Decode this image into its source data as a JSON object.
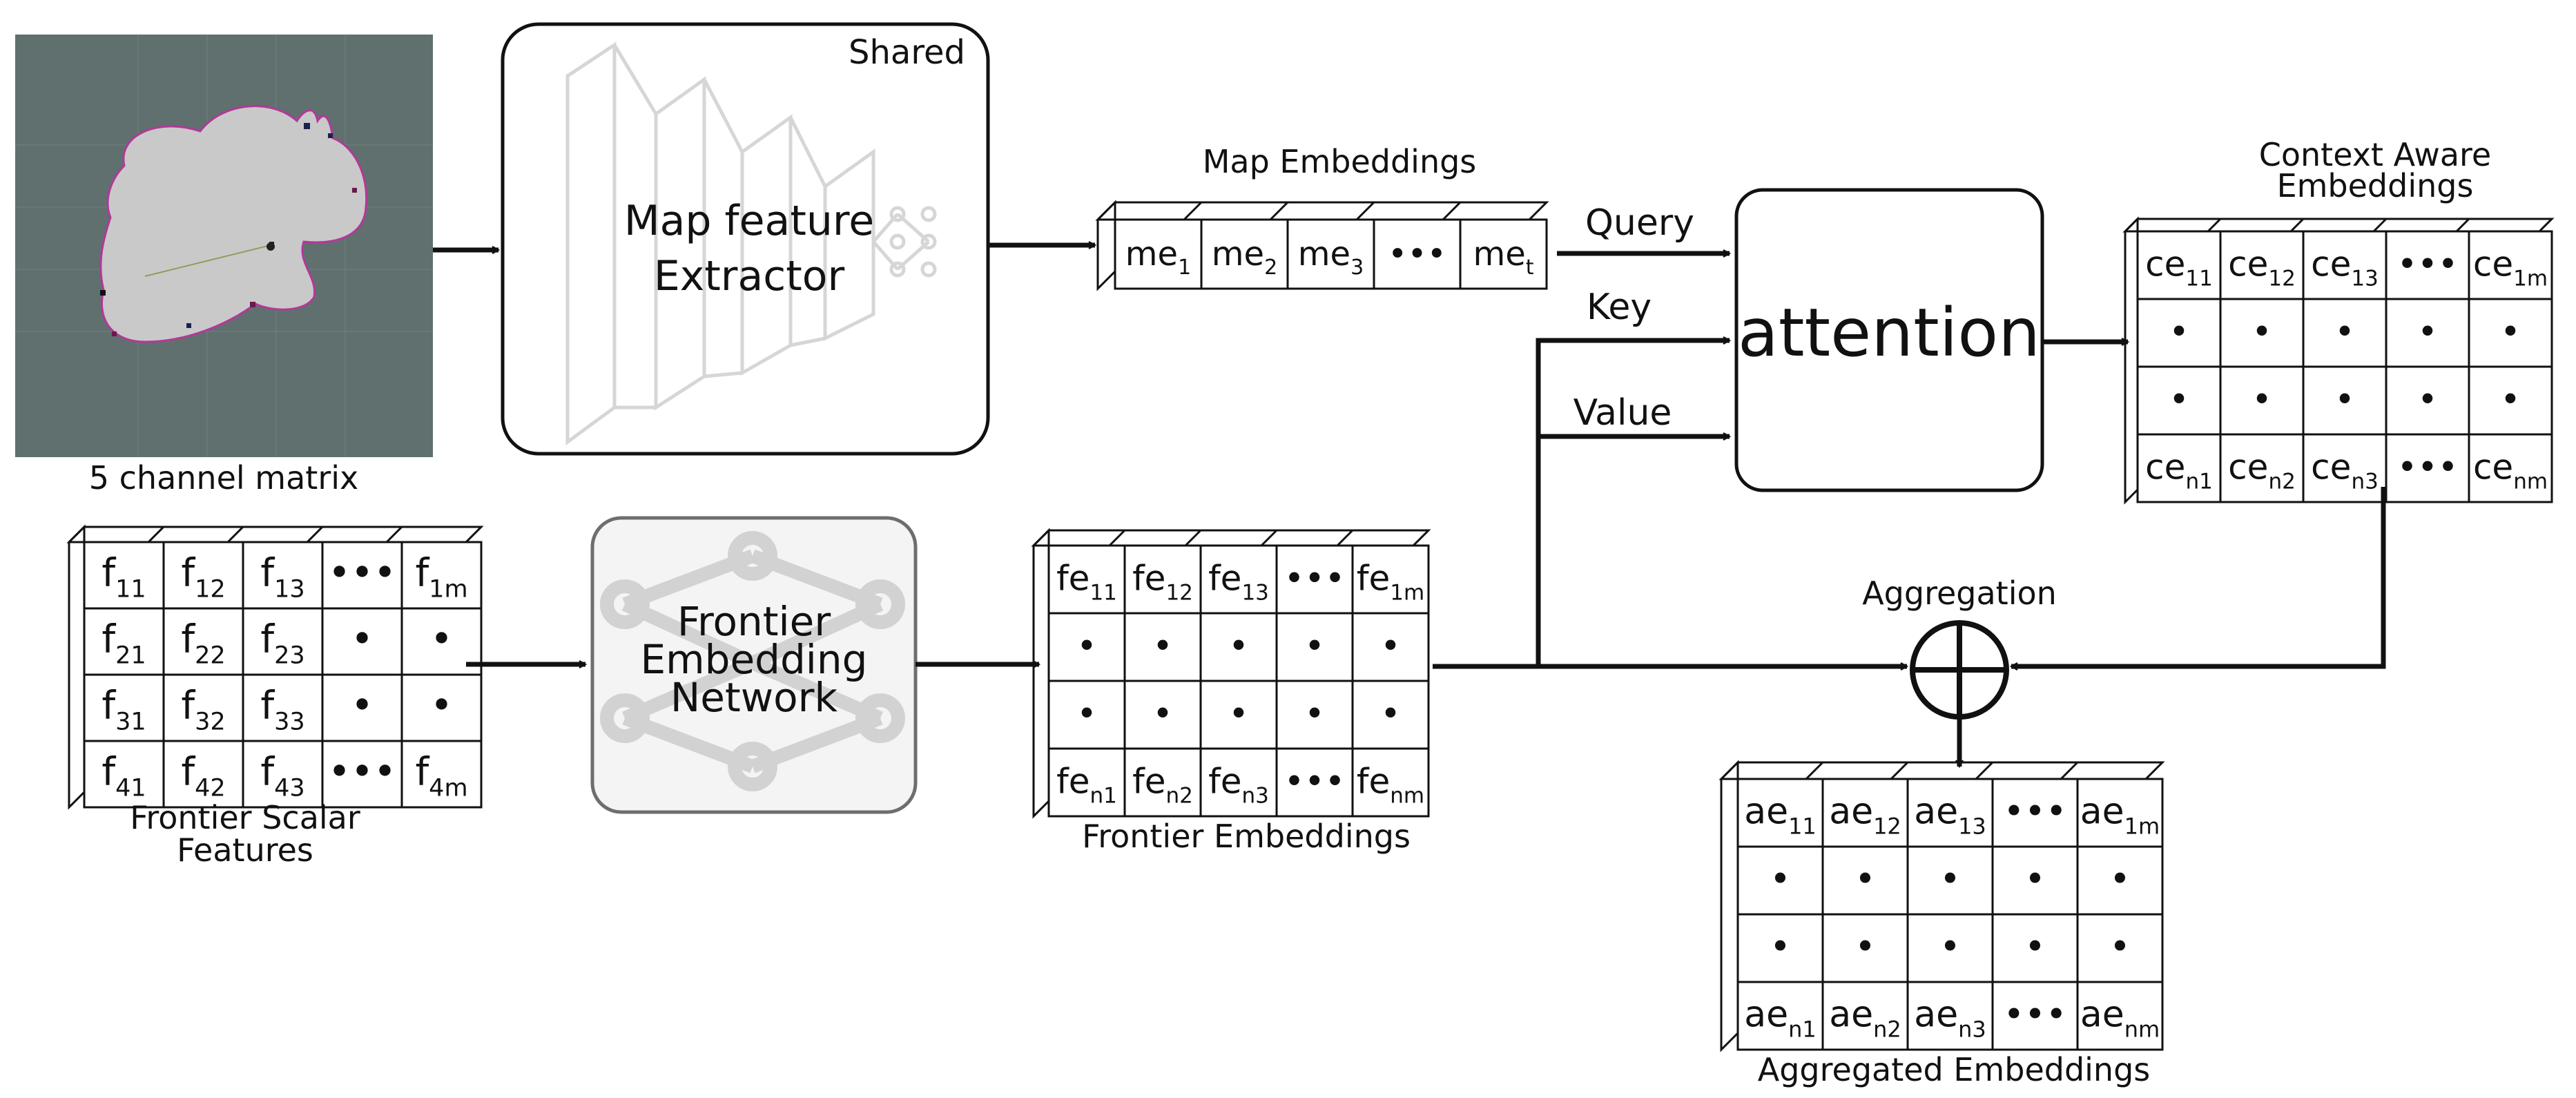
{
  "map_image": {
    "caption": "5 channel matrix"
  },
  "shared_block": {
    "badge": "Shared",
    "label_line1": "Map feature",
    "label_line2": "Extractor"
  },
  "map_embeddings": {
    "title": "Map Embeddings",
    "cells": [
      {
        "base": "me",
        "sub": "1"
      },
      {
        "base": "me",
        "sub": "2"
      },
      {
        "base": "me",
        "sub": "3"
      },
      {
        "base": "•••",
        "sub": ""
      },
      {
        "base": "me",
        "sub": "t"
      }
    ]
  },
  "attention": {
    "label": "attention",
    "query_label": "Query",
    "key_label": "Key",
    "value_label": "Value"
  },
  "context_embeddings": {
    "title_line1": "Context Aware",
    "title_line2": "Embeddings",
    "rows": [
      [
        {
          "base": "ce",
          "sub": "11"
        },
        {
          "base": "ce",
          "sub": "12"
        },
        {
          "base": "ce",
          "sub": "13"
        },
        {
          "base": "•••",
          "sub": ""
        },
        {
          "base": "ce",
          "sub": "1m"
        }
      ],
      [
        {
          "base": "•",
          "sub": ""
        },
        {
          "base": "•",
          "sub": ""
        },
        {
          "base": "•",
          "sub": ""
        },
        {
          "base": "•",
          "sub": ""
        },
        {
          "base": "•",
          "sub": ""
        }
      ],
      [
        {
          "base": "•",
          "sub": ""
        },
        {
          "base": "•",
          "sub": ""
        },
        {
          "base": "•",
          "sub": ""
        },
        {
          "base": "•",
          "sub": ""
        },
        {
          "base": "•",
          "sub": ""
        }
      ],
      [
        {
          "base": "ce",
          "sub": "n1"
        },
        {
          "base": "ce",
          "sub": "n2"
        },
        {
          "base": "ce",
          "sub": "n3"
        },
        {
          "base": "•••",
          "sub": ""
        },
        {
          "base": "ce",
          "sub": "nm"
        }
      ]
    ]
  },
  "frontier_features": {
    "title_line1": "Frontier Scalar",
    "title_line2": "Features",
    "rows": [
      [
        {
          "base": "f",
          "sub": "11"
        },
        {
          "base": "f",
          "sub": "12"
        },
        {
          "base": "f",
          "sub": "13"
        },
        {
          "base": "•••",
          "sub": ""
        },
        {
          "base": "f",
          "sub": "1m"
        }
      ],
      [
        {
          "base": "f",
          "sub": "21"
        },
        {
          "base": "f",
          "sub": "22"
        },
        {
          "base": "f",
          "sub": "23"
        },
        {
          "base": "•",
          "sub": ""
        },
        {
          "base": "•",
          "sub": ""
        }
      ],
      [
        {
          "base": "f",
          "sub": "31"
        },
        {
          "base": "f",
          "sub": "32"
        },
        {
          "base": "f",
          "sub": "33"
        },
        {
          "base": "•",
          "sub": ""
        },
        {
          "base": "•",
          "sub": ""
        }
      ],
      [
        {
          "base": "f",
          "sub": "41"
        },
        {
          "base": "f",
          "sub": "42"
        },
        {
          "base": "f",
          "sub": "43"
        },
        {
          "base": "•••",
          "sub": ""
        },
        {
          "base": "f",
          "sub": "4m"
        }
      ]
    ]
  },
  "frontier_network": {
    "label_line1": "Frontier",
    "label_line2": "Embedding",
    "label_line3": "Network"
  },
  "frontier_embeddings": {
    "title": "Frontier Embeddings",
    "rows": [
      [
        {
          "base": "fe",
          "sub": "11"
        },
        {
          "base": "fe",
          "sub": "12"
        },
        {
          "base": "fe",
          "sub": "13"
        },
        {
          "base": "•••",
          "sub": ""
        },
        {
          "base": "fe",
          "sub": "1m"
        }
      ],
      [
        {
          "base": "•",
          "sub": ""
        },
        {
          "base": "•",
          "sub": ""
        },
        {
          "base": "•",
          "sub": ""
        },
        {
          "base": "•",
          "sub": ""
        },
        {
          "base": "•",
          "sub": ""
        }
      ],
      [
        {
          "base": "•",
          "sub": ""
        },
        {
          "base": "•",
          "sub": ""
        },
        {
          "base": "•",
          "sub": ""
        },
        {
          "base": "•",
          "sub": ""
        },
        {
          "base": "•",
          "sub": ""
        }
      ],
      [
        {
          "base": "fe",
          "sub": "n1"
        },
        {
          "base": "fe",
          "sub": "n2"
        },
        {
          "base": "fe",
          "sub": "n3"
        },
        {
          "base": "•••",
          "sub": ""
        },
        {
          "base": "fe",
          "sub": "nm"
        }
      ]
    ]
  },
  "aggregation": {
    "label": "Aggregation"
  },
  "aggregated_embeddings": {
    "title": "Aggregated Embeddings",
    "rows": [
      [
        {
          "base": "ae",
          "sub": "11"
        },
        {
          "base": "ae",
          "sub": "12"
        },
        {
          "base": "ae",
          "sub": "13"
        },
        {
          "base": "•••",
          "sub": ""
        },
        {
          "base": "ae",
          "sub": "1m"
        }
      ],
      [
        {
          "base": "•",
          "sub": ""
        },
        {
          "base": "•",
          "sub": ""
        },
        {
          "base": "•",
          "sub": ""
        },
        {
          "base": "•",
          "sub": ""
        },
        {
          "base": "•",
          "sub": ""
        }
      ],
      [
        {
          "base": "•",
          "sub": ""
        },
        {
          "base": "•",
          "sub": ""
        },
        {
          "base": "•",
          "sub": ""
        },
        {
          "base": "•",
          "sub": ""
        },
        {
          "base": "•",
          "sub": ""
        }
      ],
      [
        {
          "base": "ae",
          "sub": "n1"
        },
        {
          "base": "ae",
          "sub": "n2"
        },
        {
          "base": "ae",
          "sub": "n3"
        },
        {
          "base": "•••",
          "sub": ""
        },
        {
          "base": "ae",
          "sub": "nm"
        }
      ]
    ]
  },
  "colors": {
    "line": "#111111",
    "map_background": "#5f706e",
    "map_free_space": "#c9c9c9",
    "network_box_fill": "#f4f4f4",
    "network_box_stroke": "#6e6e6e",
    "network_ghost": "#d2d2d2"
  }
}
